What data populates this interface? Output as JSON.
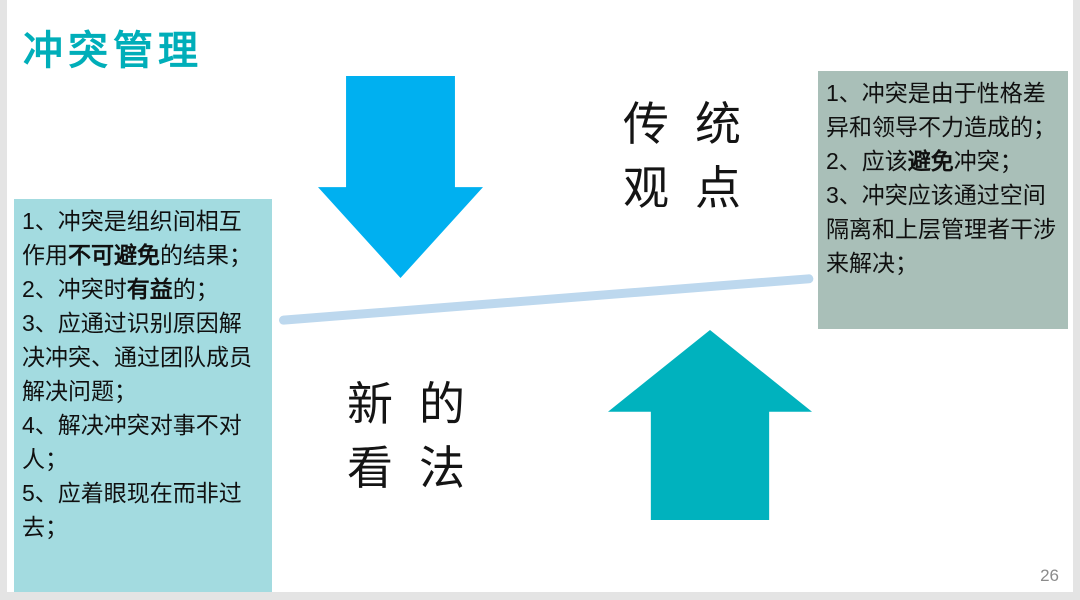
{
  "slide": {
    "title": "冲突管理",
    "page_number": "26",
    "traditional_view": {
      "lines": [
        "传统",
        "观点"
      ]
    },
    "new_view": {
      "lines": [
        "新的",
        "看法"
      ]
    },
    "right_box_items": [
      {
        "segments": [
          {
            "text": "1、冲突是由于性格差异和领导不力造成的；",
            "bold": false
          }
        ]
      },
      {
        "segments": [
          {
            "text": "2、应该",
            "bold": false
          },
          {
            "text": "避免",
            "bold": true
          },
          {
            "text": "冲突；",
            "bold": false
          }
        ]
      },
      {
        "segments": [
          {
            "text": "3、冲突应该通过空间隔离和上层管理者干涉来解决；",
            "bold": false
          }
        ]
      }
    ],
    "left_box_items": [
      {
        "segments": [
          {
            "text": "1、冲突是组织间相互作用",
            "bold": false
          },
          {
            "text": "不可避免",
            "bold": true
          },
          {
            "text": "的结果；",
            "bold": false
          }
        ]
      },
      {
        "segments": [
          {
            "text": "2、冲突时",
            "bold": false
          },
          {
            "text": "有益",
            "bold": true
          },
          {
            "text": "的；",
            "bold": false
          }
        ]
      },
      {
        "segments": [
          {
            "text": "3、应通过识别原因解决冲突、通过团队成员解决问题；",
            "bold": false
          }
        ]
      },
      {
        "segments": [
          {
            "text": "4、解决冲突对事不对人；",
            "bold": false
          }
        ]
      },
      {
        "segments": [
          {
            "text": "5、应着眼现在而非过去；",
            "bold": false
          }
        ]
      }
    ],
    "colors": {
      "title": "#00AEB9",
      "down_arrow": "#00B0F0",
      "up_arrow": "#00B2BE",
      "left_box_bg": "#A3DBE0",
      "right_box_bg": "#A9BFB8",
      "seesaw": "#BDD8EE"
    }
  }
}
